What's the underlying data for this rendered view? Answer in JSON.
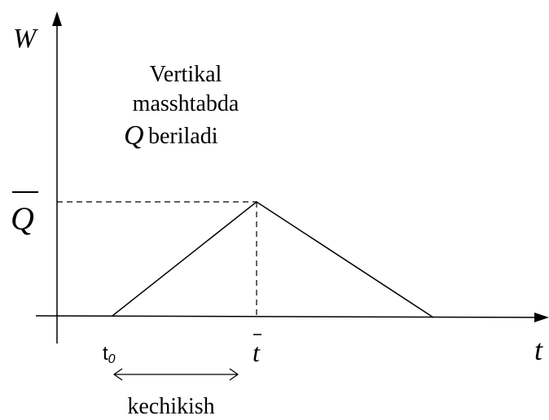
{
  "axes": {
    "y_label": "W",
    "x_label": "t"
  },
  "annotation": {
    "line1": "Vertikal",
    "line2": "masshtabda",
    "line3_symbol": "Q",
    "line3_text": "beriladi"
  },
  "labels": {
    "q_bar": "Q",
    "t0_main": "t",
    "t0_sub": "0",
    "t_bar": "t",
    "delay": "kechikish"
  },
  "colors": {
    "stroke": "#000000",
    "background": "#ffffff"
  }
}
